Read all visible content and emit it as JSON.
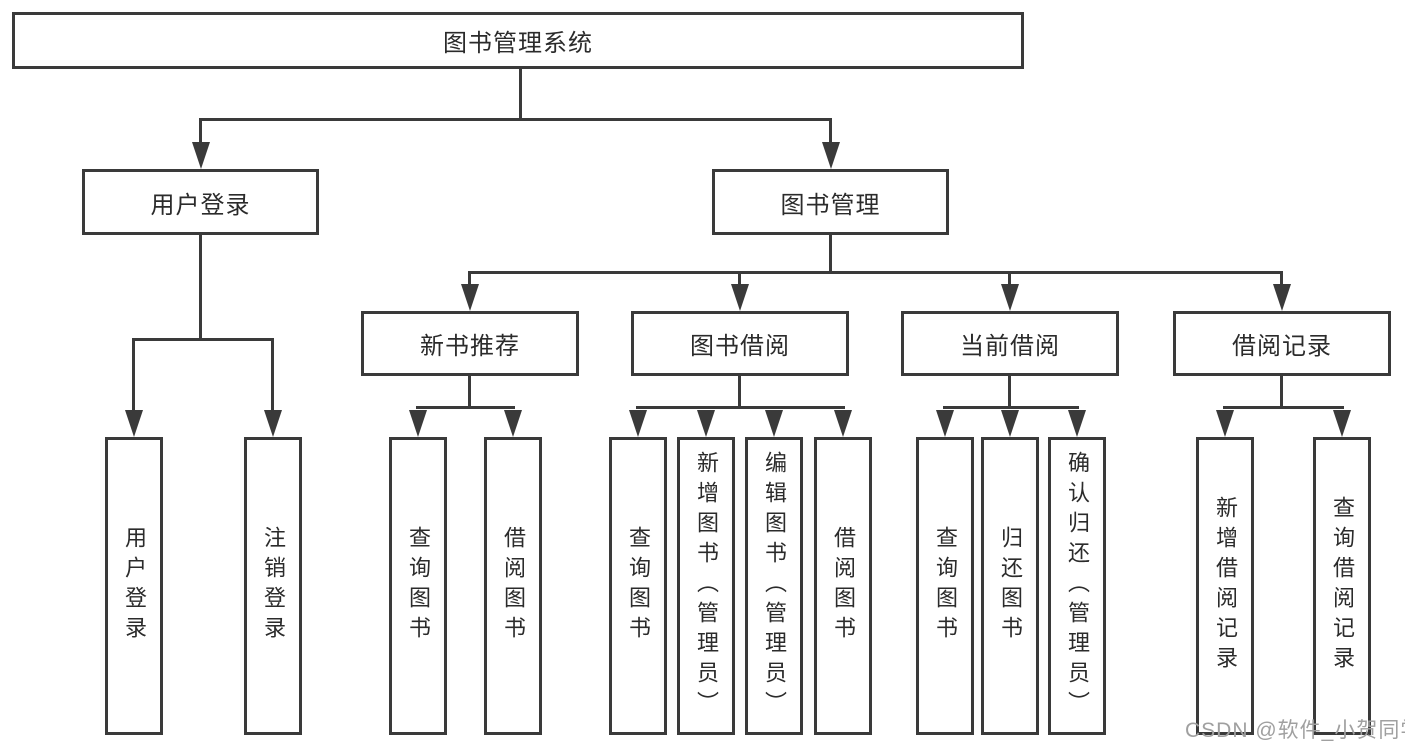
{
  "colors": {
    "line": "#3a3a3a",
    "box_border": "#3a3a3a",
    "background": "#ffffff",
    "text": "#2b2b2b",
    "watermark": "#a0a0a0"
  },
  "diagram_type": "hierarchy-tree",
  "tree": {
    "root": {
      "label": "图书管理系统",
      "children": [
        {
          "label": "用户登录",
          "children": [
            {
              "label": "用户登录"
            },
            {
              "label": "注销登录"
            }
          ]
        },
        {
          "label": "图书管理",
          "children": [
            {
              "label": "新书推荐",
              "children": [
                {
                  "label": "查询图书"
                },
                {
                  "label": "借阅图书"
                }
              ]
            },
            {
              "label": "图书借阅",
              "children": [
                {
                  "label": "查询图书"
                },
                {
                  "label": "新增图书（管理员）"
                },
                {
                  "label": "编辑图书（管理员）"
                },
                {
                  "label": "借阅图书"
                }
              ]
            },
            {
              "label": "当前借阅",
              "children": [
                {
                  "label": "查询图书"
                },
                {
                  "label": "归还图书"
                },
                {
                  "label": "确认归还（管理员）"
                }
              ]
            },
            {
              "label": "借阅记录",
              "children": [
                {
                  "label": "新增借阅记录"
                },
                {
                  "label": "查询借阅记录"
                }
              ]
            }
          ]
        }
      ]
    }
  },
  "watermark": {
    "text": "CSDN @软件_小贺同学"
  }
}
